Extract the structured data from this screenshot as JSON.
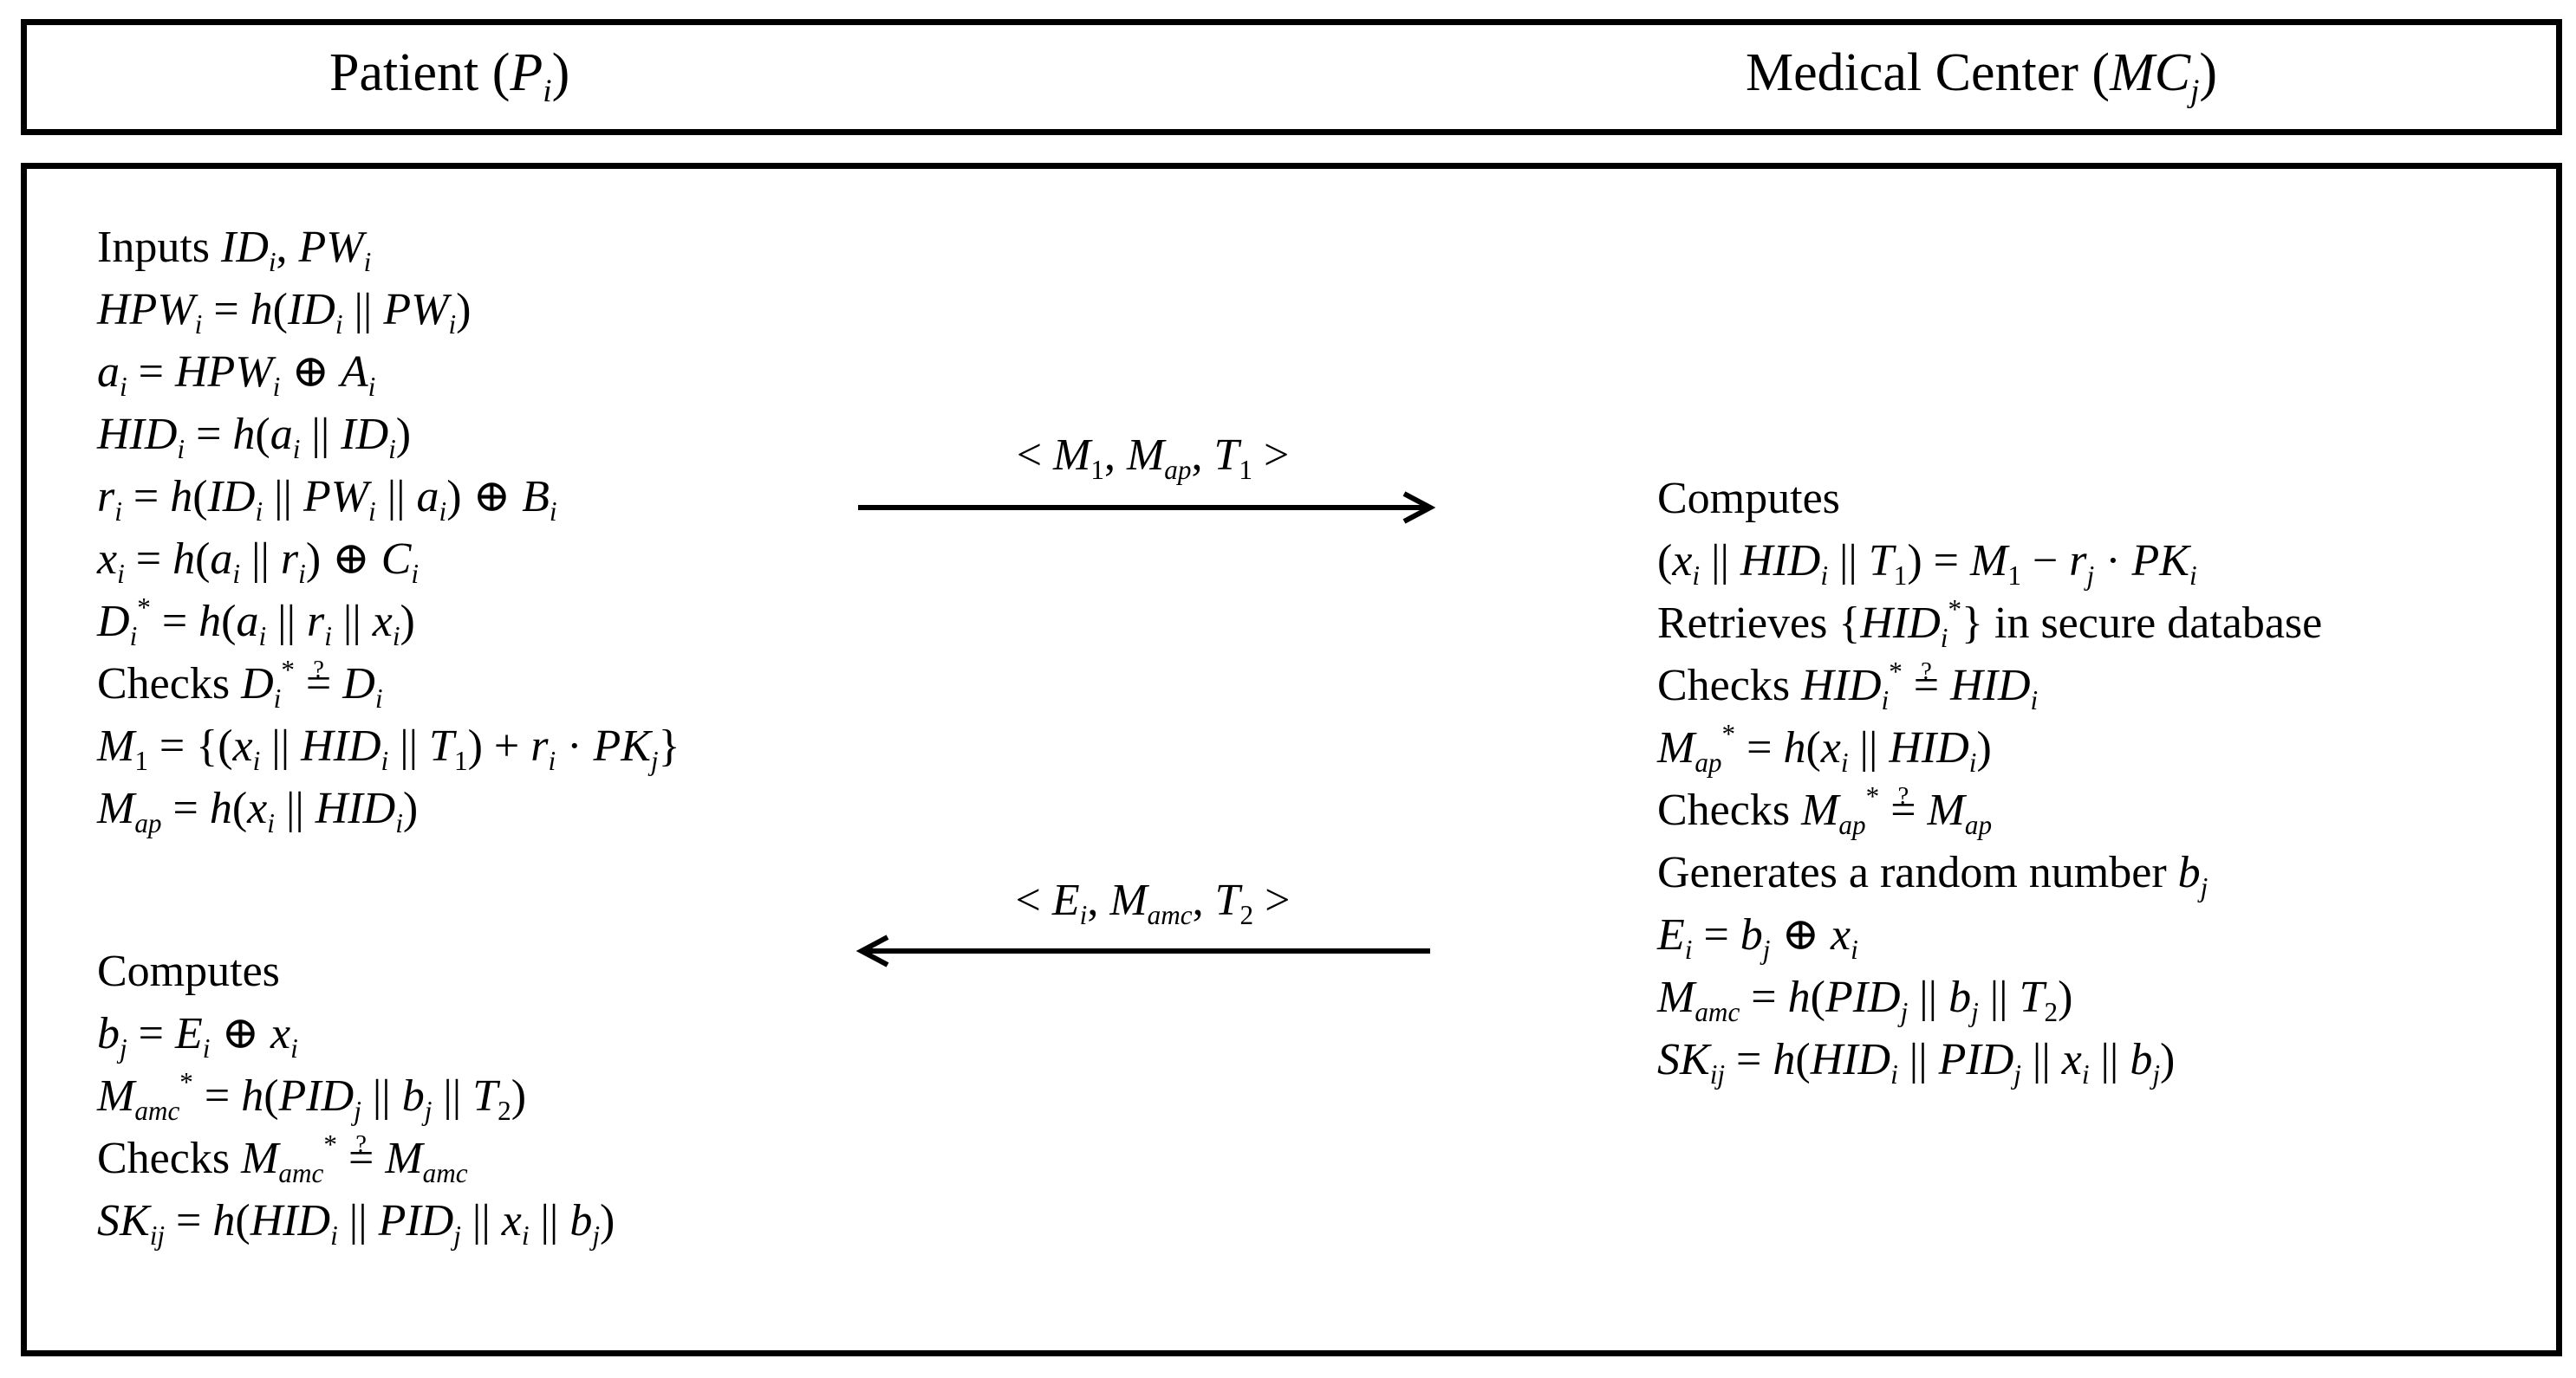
{
  "header": {
    "left_title": "Patient",
    "left_symbol": "P",
    "left_symbol_sub": "i",
    "right_title": "Medical Center",
    "right_symbol": "MC",
    "right_symbol_sub": "j"
  },
  "messages": {
    "to_mc": "< M1, Map, T1 >",
    "to_patient": "< Ei, Mamc, T2 >"
  },
  "patient_step1": [
    "Inputs IDi, PWi",
    "HPWi = h(IDi || PWi)",
    "ai = HPWi ⊕ Ai",
    "HIDi = h(ai || IDi)",
    "ri = h(IDi || PWi || ai) ⊕ Bi",
    "xi = h(ai || ri) ⊕ Ci",
    "Di* = h(ai || ri || xi)",
    "Checks Di* ?= Di",
    "M1 = {(xi || HIDi || T1) + ri · PKj}",
    "Map = h(xi || HIDi)"
  ],
  "medical_center_step": [
    "Computes",
    "(xi || HIDi || T1) = M1 − rj · PKi",
    "Retrieves {HIDi*} in secure database",
    "Checks HIDi* ?= HIDi",
    "Map* = h(xi || HIDi)",
    "Checks Map* ?= Map",
    "Generates a random number bj",
    "Ei = bj ⊕ xi",
    "Mamc = h(PIDj || bj || T2)",
    "SKij = h(HIDi || PIDj || xi || bj)"
  ],
  "patient_step2": [
    "Computes",
    "bj = Ei ⊕ xi",
    "Mamc* = h(PIDj || bj || T2)",
    "Checks Mamc* ?= Mamc",
    "SKij = h(HIDi || PIDj || xi || bj)"
  ],
  "arrows": {
    "to_mc_direction": "right",
    "to_patient_direction": "left"
  }
}
